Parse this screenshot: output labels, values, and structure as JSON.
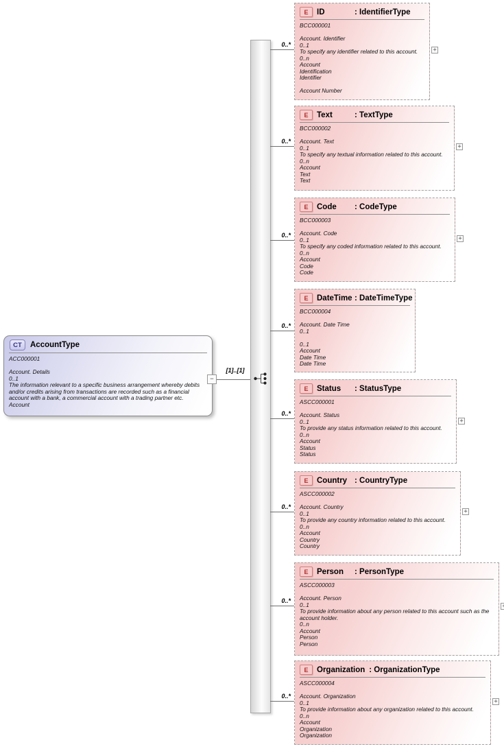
{
  "diagram": {
    "root": {
      "badge": "CT",
      "title": "AccountType",
      "lines": [
        "ACC000001",
        "",
        "Account. Details",
        "0..1",
        "The information relevant to a specific business arrangement whereby debits and/or credits arising from transactions are recorded such as a financial account with a bank, a commercial account with a trading partner etc.",
        "Account"
      ]
    },
    "connector": {
      "root_cardinality": "[1]..[1]",
      "collapse_glyph": "−",
      "expand_glyph": "+"
    },
    "elements": [
      {
        "badge": "E",
        "name": "ID",
        "type": ": IdentifierType",
        "cardinality": "0..*",
        "expandable": true,
        "lines": [
          "BCC000001",
          "",
          "Account. Identifier",
          "0..1",
          "To specify any identifier related to this account.",
          "0..n",
          "Account",
          "Identification",
          "Identifier",
          "",
          "Account Number"
        ]
      },
      {
        "badge": "E",
        "name": "Text",
        "type": ": TextType",
        "cardinality": "0..*",
        "expandable": true,
        "lines": [
          "BCC000002",
          "",
          "Account. Text",
          "0..1",
          "To specify any textual information related to this account.",
          "0..n",
          "Account",
          "Text",
          "Text"
        ]
      },
      {
        "badge": "E",
        "name": "Code",
        "type": ": CodeType",
        "cardinality": "0..*",
        "expandable": true,
        "lines": [
          "BCC000003",
          "",
          "Account. Code",
          "0..1",
          "To specify any coded information related to this account.",
          "0..n",
          "Account",
          "Code",
          "Code"
        ]
      },
      {
        "badge": "E",
        "name": "DateTime",
        "type": ": DateTimeType",
        "cardinality": "0..*",
        "expandable": false,
        "lines": [
          "BCC000004",
          "",
          "Account. Date Time",
          "0..1",
          "",
          "0..1",
          "Account",
          "Date Time",
          "Date Time"
        ]
      },
      {
        "badge": "E",
        "name": "Status",
        "type": ": StatusType",
        "cardinality": "0..*",
        "expandable": true,
        "lines": [
          "ASCC000001",
          "",
          "Account. Status",
          "0..1",
          "To provide any status information related to this account.",
          "0..n",
          "Account",
          "Status",
          "Status"
        ]
      },
      {
        "badge": "E",
        "name": "Country",
        "type": ": CountryType",
        "cardinality": "0..*",
        "expandable": true,
        "lines": [
          "ASCC000002",
          "",
          "Account. Country",
          "0..1",
          "To provide any country information related to this account.",
          "0..n",
          "Account",
          "Country",
          "Country"
        ]
      },
      {
        "badge": "E",
        "name": "Person",
        "type": ": PersonType",
        "cardinality": "0..*",
        "expandable": true,
        "lines": [
          "ASCC000003",
          "",
          "Account. Person",
          "0..1",
          "To provide information about any person related to this account such as the account holder.",
          "0..n",
          "Account",
          "Person",
          "Person"
        ]
      },
      {
        "badge": "E",
        "name": "Organization",
        "type": ": OrganizationType",
        "cardinality": "0..*",
        "expandable": true,
        "lines": [
          "ASCC000004",
          "",
          "Account. Organization",
          "0..1",
          "To provide information about any organization related to this account.",
          "0..n",
          "Account",
          "Organization",
          "Organization"
        ]
      }
    ]
  }
}
